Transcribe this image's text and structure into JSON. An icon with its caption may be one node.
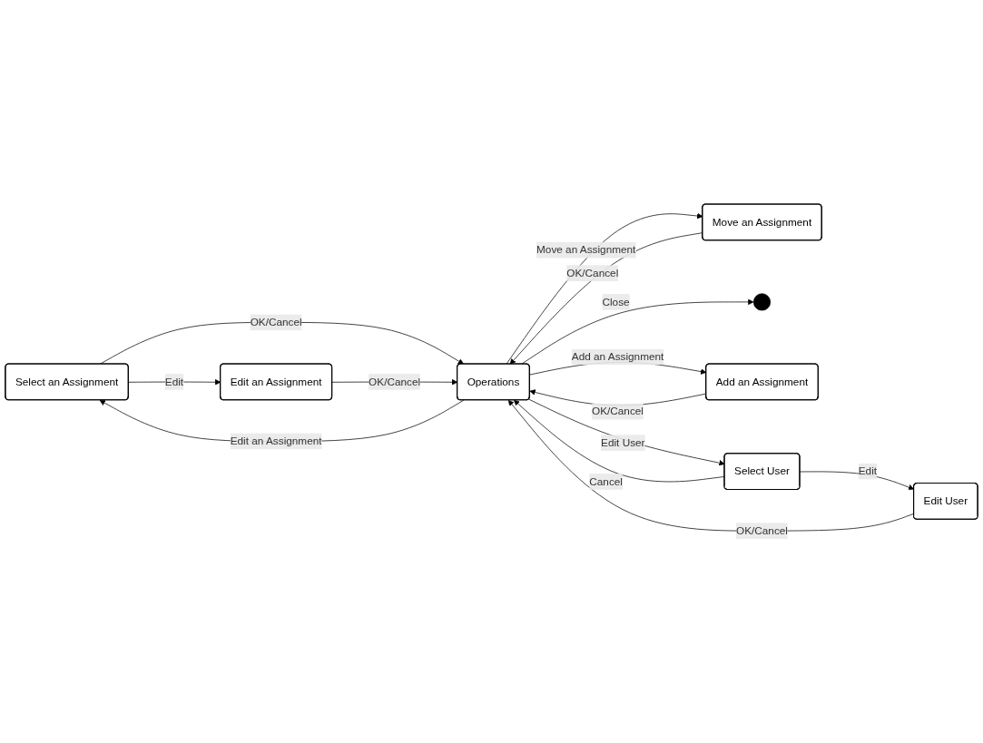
{
  "diagram": {
    "nodes": [
      {
        "text": [
          "Select an Assignment"
        ]
      },
      {
        "text": [
          "Move an Assignment"
        ]
      },
      {
        "text": [
          "Edit an Assignment"
        ]
      },
      {
        "text": [
          "Operations"
        ]
      },
      {
        "text": [],
        "shape": "circle"
      },
      {
        "text": [
          "Add an Assignment"
        ]
      },
      {
        "text": [
          "Edit User"
        ]
      },
      {
        "text": [
          "Select User"
        ]
      }
    ],
    "edges": [
      {
        "from": 3,
        "to": 0,
        "arrow": "to",
        "label": "Edit an Assignment"
      },
      {
        "from": 0,
        "to": 3,
        "arrow": "to",
        "label": "OK/Cancel"
      },
      {
        "from": 0,
        "to": 2,
        "arrow": "to",
        "label": "Edit"
      },
      {
        "from": 2,
        "to": 3,
        "arrow": "to",
        "label": "OK/Cancel"
      },
      {
        "from": 1,
        "to": 3,
        "arrow": "to",
        "label": "OK/Cancel"
      },
      {
        "from": 3,
        "to": 1,
        "arrow": "to",
        "label": "Move an Assignment"
      },
      {
        "from": 3,
        "to": 4,
        "arrow": "to",
        "label": "Close"
      },
      {
        "from": 7,
        "to": 3,
        "arrow": "to",
        "label": "Cancel"
      },
      {
        "from": 3,
        "to": 5,
        "arrow": "to",
        "label": "Add an Assignment"
      },
      {
        "from": 5,
        "to": 3,
        "arrow": "to",
        "label": "OK/Cancel"
      },
      {
        "from": 6,
        "to": 3,
        "arrow": "to",
        "label": "OK/Cancel"
      },
      {
        "from": 3,
        "to": 7,
        "arrow": "to",
        "label": "Edit User"
      },
      {
        "from": 7,
        "to": 6,
        "arrow": "to",
        "label": "Edit"
      }
    ]
  }
}
